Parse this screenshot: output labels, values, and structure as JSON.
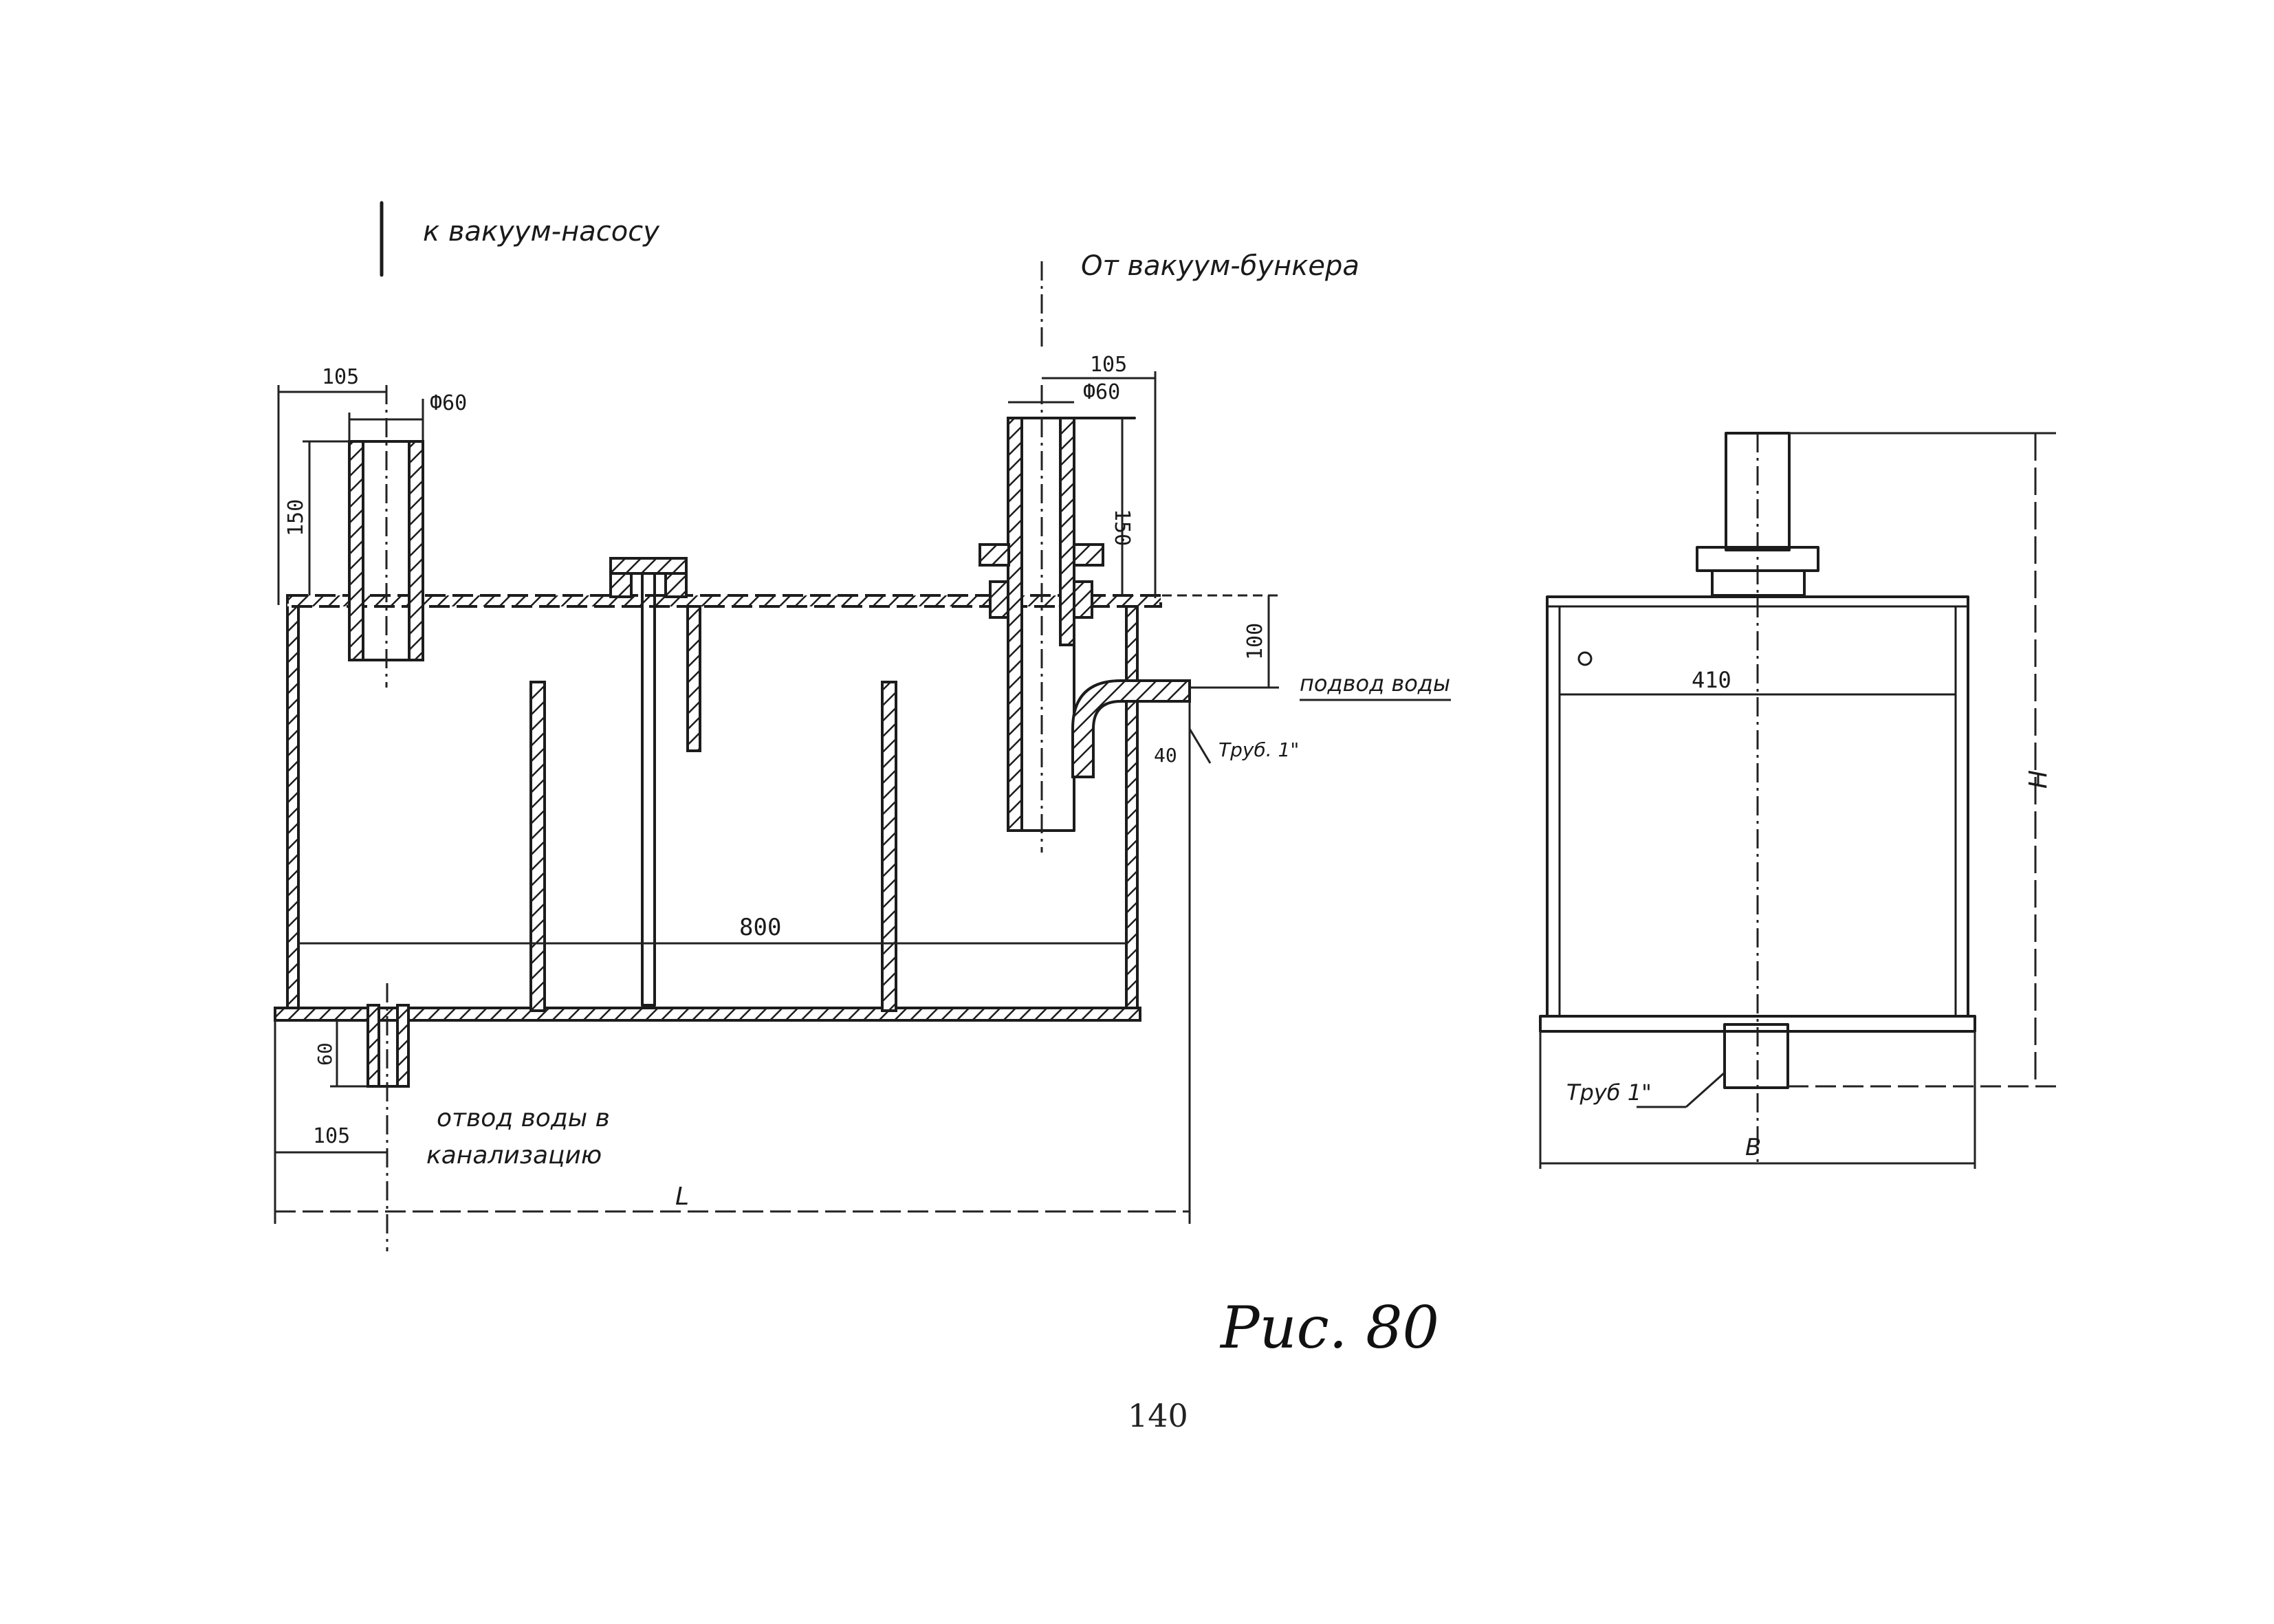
{
  "annotations": {
    "to_vacuum_pump": "к вакуум-насосу",
    "from_vacuum_bunker": "От вакуум-бункера",
    "water_inlet": "подвод воды",
    "pipe_inlet": "Труб. 1\"",
    "drain_line1": "отвод воды в",
    "drain_line2": "канализацию",
    "pipe_outlet": "Труб 1\""
  },
  "dimensions": {
    "left_offset": "105",
    "left_diameter": "Ф60",
    "left_height": "150",
    "right_offset": "105",
    "right_diameter": "Ф60",
    "right_height": "150",
    "inlet_height": "100",
    "inlet_pipe": "40",
    "inner_length": "800",
    "drain_height": "60",
    "drain_offset": "105",
    "total_length": "L",
    "side_width_label": "410",
    "side_height": "H",
    "side_base": "B"
  },
  "figure": {
    "caption": "Рис. 80",
    "page_number": "140"
  }
}
